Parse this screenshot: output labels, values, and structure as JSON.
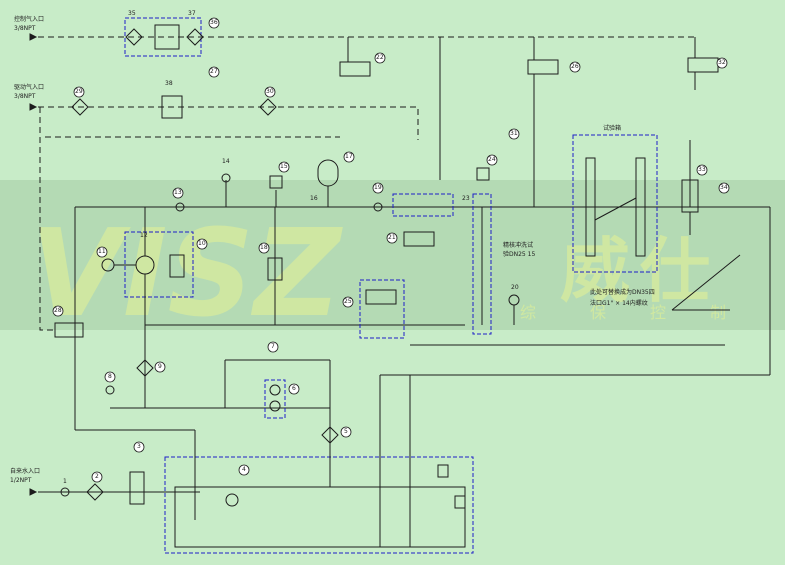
{
  "labels": {
    "control_air": "控制气入口",
    "control_air_size": "3/8NPT",
    "drive_air": "驱动气入口",
    "drive_air_size": "3/8NPT",
    "water_in": "自来水入口",
    "water_in_size": "1/2NPT",
    "test_vessel": "试验箱",
    "flush_note_1": "精核冲洗试",
    "flush_note_2": "验DN25 15",
    "outlet_note_1": "此处可替换成为DN35四",
    "outlet_note_2": "法口G1\" × 14内螺纹"
  },
  "tags": {
    "t1": "1",
    "t2": "2",
    "t3": "3",
    "t4": "4",
    "t5": "5",
    "t6": "6",
    "t7": "7",
    "t8": "8",
    "t9": "9",
    "t10": "10",
    "t11": "11",
    "t12": "12",
    "t13": "13",
    "t14": "14",
    "t15": "15",
    "t16": "16",
    "t17": "17",
    "t18": "18",
    "t19": "19",
    "t20": "20",
    "t21": "21",
    "t22": "22",
    "t23": "23",
    "t24": "24",
    "t25": "25",
    "t26": "26",
    "t27": "27",
    "t28": "28",
    "t29": "29",
    "t30": "30",
    "t31": "31",
    "t32": "32",
    "t33": "33",
    "t34": "34",
    "t35": "35",
    "t36": "36",
    "t37": "37",
    "t38": "38"
  },
  "watermark": {
    "big": "VISZ",
    "cn_1": "威",
    "cn_2": "仕",
    "sub_1": "综",
    "sub_2": "保",
    "sub_3": "控",
    "sub_4": "制"
  },
  "colors": {
    "background": "#c8ecc8",
    "band": "#b4dab4",
    "line": "#1c1c1c",
    "dash_box": "#1e1ec8",
    "leader": "#18b8c8",
    "watermark": "#e0f0a0"
  }
}
